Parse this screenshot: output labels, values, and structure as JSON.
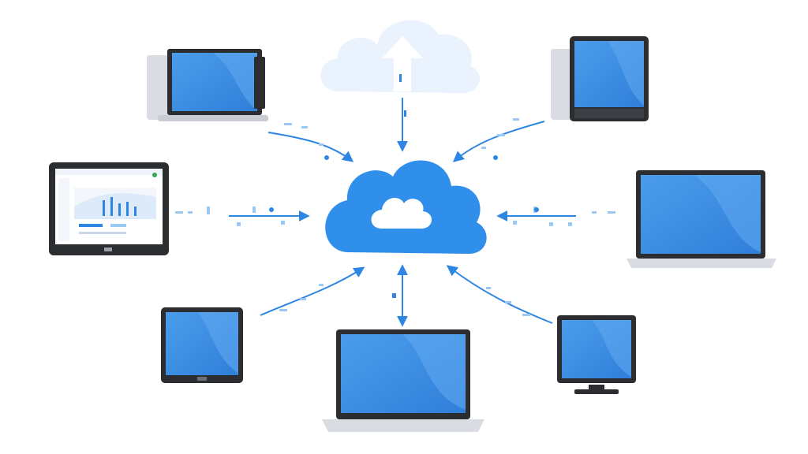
{
  "diagram": {
    "type": "cloud-sync-hub",
    "hub_icon": "cloud-icon",
    "upload_icon": "cloud-upload-icon",
    "arrow_direction": "devices-to-cloud",
    "devices": [
      {
        "id": "laptop-top-left",
        "kind": "laptop"
      },
      {
        "id": "tablet-left",
        "kind": "tablet-with-dashboard"
      },
      {
        "id": "tablet-bottom-left",
        "kind": "tablet"
      },
      {
        "id": "laptop-bottom-center",
        "kind": "laptop"
      },
      {
        "id": "monitor-bottom-right",
        "kind": "monitor"
      },
      {
        "id": "laptop-right",
        "kind": "laptop"
      },
      {
        "id": "tablet-top-right",
        "kind": "tablet"
      }
    ]
  },
  "colors": {
    "accent": "#2F8AE8",
    "cloud_hub": "#2F8FEA",
    "cloud_upload": "#E8F2FD",
    "screen": "#3D8FE6",
    "device_frame": "#2B2D31",
    "laptop_base": "#DADDE2",
    "arrow": "#2E86E3",
    "dash": "#9CC8F4"
  }
}
